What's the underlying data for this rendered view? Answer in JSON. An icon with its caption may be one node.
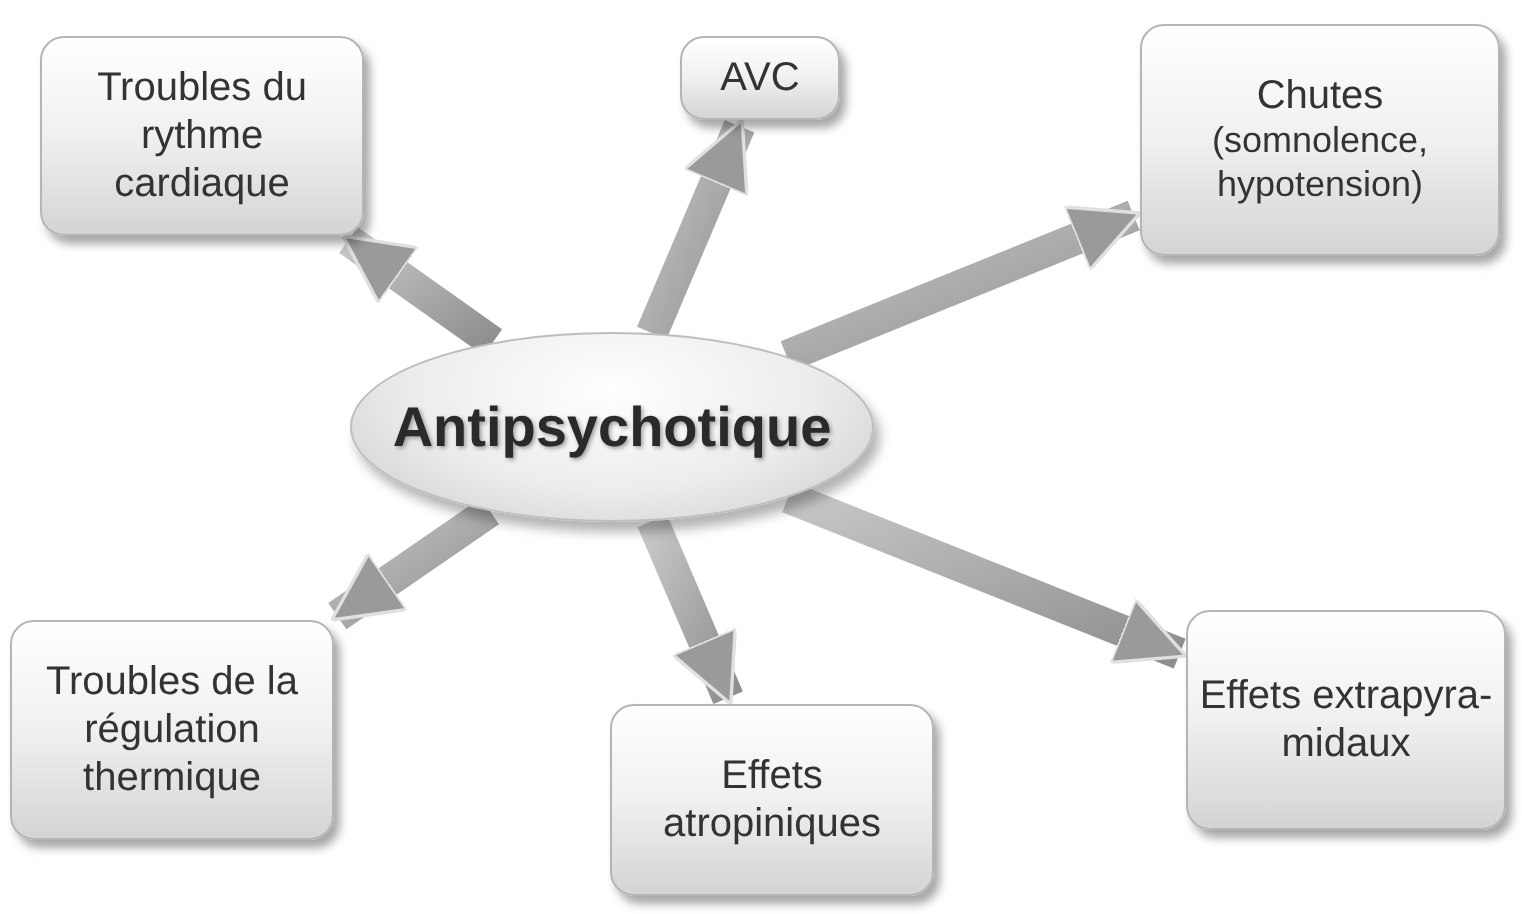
{
  "diagram": {
    "nodes": [
      {
        "text": [
          "Antipsychotique"
        ]
      },
      {
        "text": [
          "Troubles du rythme cardiaque"
        ]
      },
      {
        "text": [
          "AVC"
        ]
      },
      {
        "text": [
          "Chutes",
          "(somnolence, hypotension)"
        ]
      },
      {
        "text": [
          "Troubles de la régulation thermique"
        ]
      },
      {
        "text": [
          "Effets atropiniques"
        ]
      },
      {
        "text": [
          "Effets extrapyra- midaux"
        ]
      }
    ],
    "edges": [
      {
        "from": 0,
        "to": 1,
        "arrow": "to",
        "style": "thick"
      },
      {
        "from": 0,
        "to": 2,
        "arrow": "to",
        "style": "thick"
      },
      {
        "from": 0,
        "to": 3,
        "arrow": "to",
        "style": "thick"
      },
      {
        "from": 0,
        "to": 4,
        "arrow": "to",
        "style": "thick"
      },
      {
        "from": 0,
        "to": 5,
        "arrow": "to",
        "style": "thick"
      },
      {
        "from": 0,
        "to": 6,
        "arrow": "to",
        "style": "thick"
      }
    ]
  }
}
